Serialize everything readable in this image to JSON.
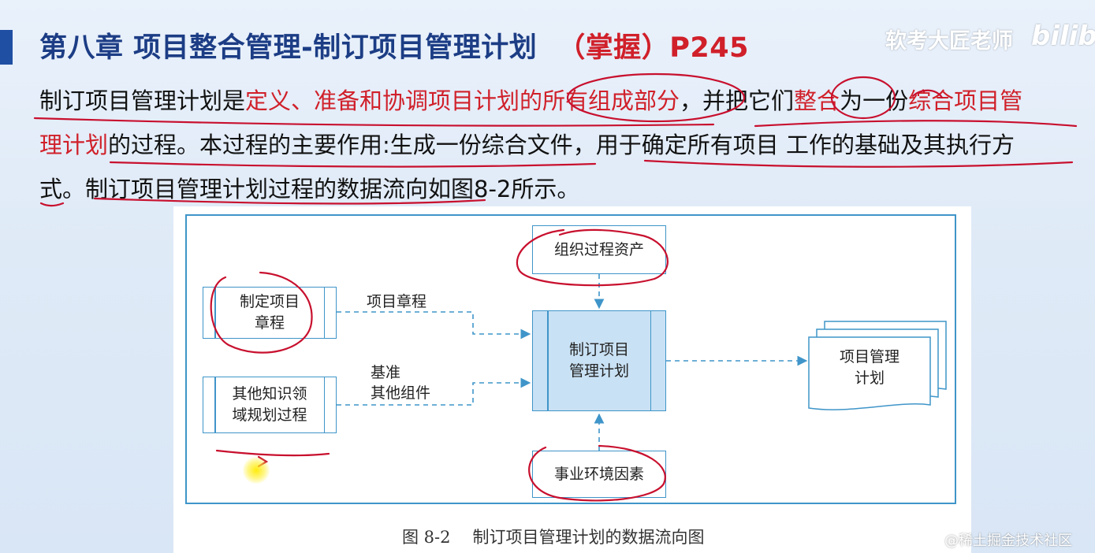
{
  "header": {
    "title_main": "第八章 项目整合管理-制订项目管理计划",
    "title_tag": "（掌握）P245",
    "watermark_text": "软考大匠老师",
    "watermark_logo": "bilib"
  },
  "paragraph": {
    "line1": [
      {
        "text": "制订项目管理计划是",
        "color": "#111111"
      },
      {
        "text": "定义、准备和协调项目计划的所有组成部分",
        "color": "#d0202a"
      },
      {
        "text": "，并把它们",
        "color": "#111111"
      },
      {
        "text": "整合",
        "color": "#d0202a"
      },
      {
        "text": "为一份",
        "color": "#111111"
      },
      {
        "text": "综合项目管",
        "color": "#d0202a"
      }
    ],
    "line2": [
      {
        "text": "理计划",
        "color": "#d0202a"
      },
      {
        "text": "的过程。本过程的主要作用:生成一份综合文件，用于确定所有项目 工作的基础及其执行方",
        "color": "#111111"
      }
    ],
    "line3": [
      {
        "text": "式。制订项目管理计划过程的数据流向如图8-2所示。",
        "color": "#111111"
      }
    ]
  },
  "diagram": {
    "box_org_assets": "组织过程资产",
    "box_charter_line1": "制定项目",
    "box_charter_line2": "章程",
    "box_other_line1": "其他知识领",
    "box_other_line2": "域规划过程",
    "box_center_line1": "制订项目",
    "box_center_line2": "管理计划",
    "box_env_factors": "事业环境因素",
    "box_output_line1": "项目管理",
    "box_output_line2": "计划",
    "flow_charter_label": "项目章程",
    "flow_other_line1": "基准",
    "flow_other_line2": "其他组件",
    "caption_num": "图 8-2",
    "caption_text": "制订项目管理计划的数据流向图"
  },
  "footer": {
    "watermark": "@稀土掘金技术社区"
  },
  "colors": {
    "title_blue": "#1c3d85",
    "accent_red": "#d0202a",
    "diagram_blue": "#3f95c9",
    "center_fill": "#c9e1f4",
    "annotation_red": "#c8102e"
  }
}
